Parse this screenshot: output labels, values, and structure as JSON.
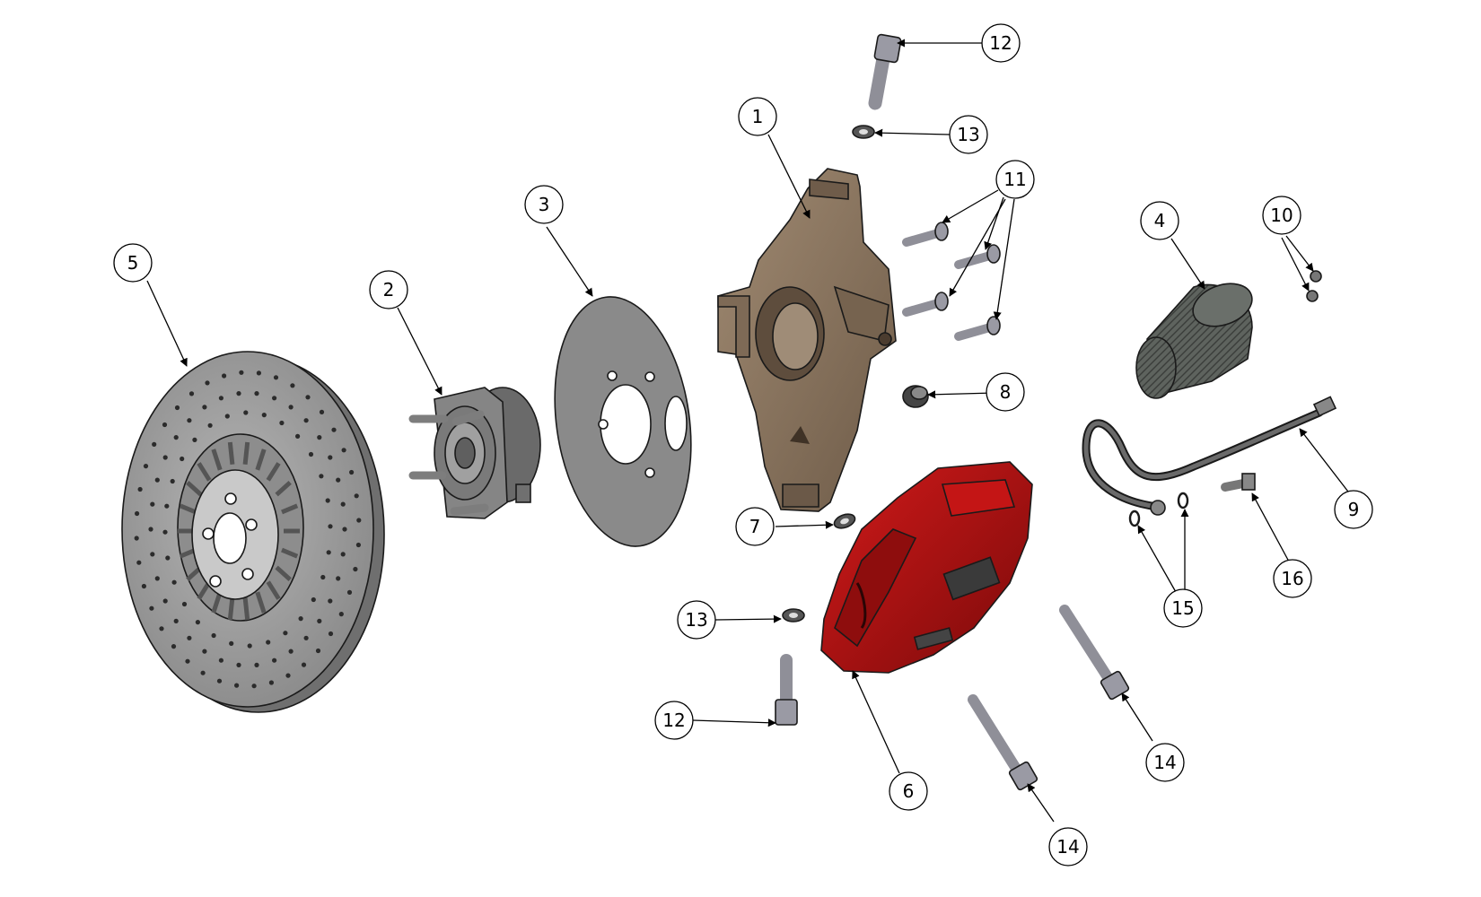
{
  "colors": {
    "caliper": "#b01212",
    "caliper_dark": "#6e0808",
    "knuckle": "#8a7560",
    "knuckle_dark": "#5a4a3b",
    "disc": "#9b9b9b",
    "disc_dark": "#6c6c6c",
    "shield": "#8c8c8c",
    "hub": "#7b7b7b",
    "bolt": "#8f8f98",
    "duct": "#555a55",
    "hose": "#444444"
  },
  "callouts": [
    {
      "id": "c1",
      "label": "1"
    },
    {
      "id": "c2",
      "label": "2"
    },
    {
      "id": "c3",
      "label": "3"
    },
    {
      "id": "c4",
      "label": "4"
    },
    {
      "id": "c5",
      "label": "5"
    },
    {
      "id": "c6",
      "label": "6"
    },
    {
      "id": "c7",
      "label": "7"
    },
    {
      "id": "c8",
      "label": "8"
    },
    {
      "id": "c9",
      "label": "9"
    },
    {
      "id": "c10",
      "label": "10"
    },
    {
      "id": "c11",
      "label": "11"
    },
    {
      "id": "c12a",
      "label": "12"
    },
    {
      "id": "c12b",
      "label": "12"
    },
    {
      "id": "c13a",
      "label": "13"
    },
    {
      "id": "c13b",
      "label": "13"
    },
    {
      "id": "c14a",
      "label": "14"
    },
    {
      "id": "c14b",
      "label": "14"
    },
    {
      "id": "c15",
      "label": "15"
    },
    {
      "id": "c16",
      "label": "16"
    }
  ]
}
